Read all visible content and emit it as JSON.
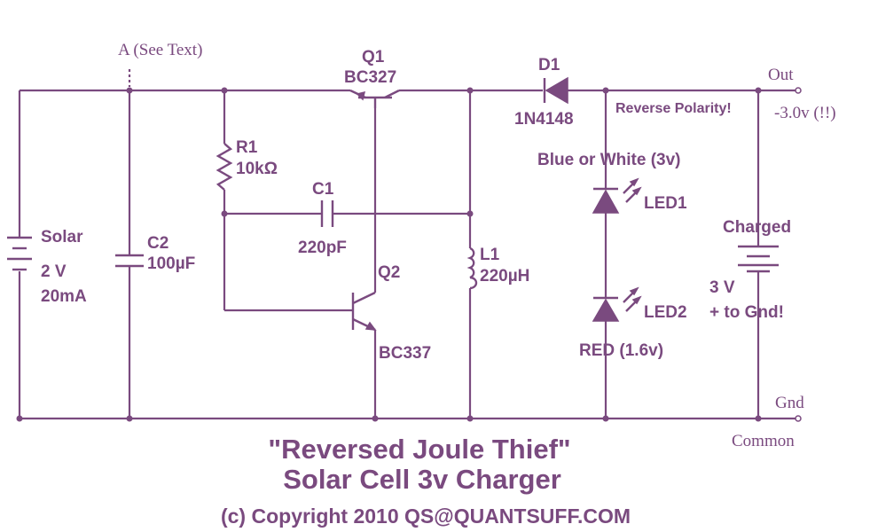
{
  "diagram": {
    "node_a_label": "A (See Text)",
    "out_label": "Out",
    "out_voltage": "-3.0v (!!)",
    "gnd_label": "Gnd",
    "common_label": "Common",
    "reverse_polarity": "Reverse Polarity!",
    "solar": {
      "name": "Solar",
      "voltage": "2 V",
      "current": "20mA"
    },
    "c2": {
      "name": "C2",
      "value": "100µF"
    },
    "r1": {
      "name": "R1",
      "value": "10kΩ"
    },
    "c1": {
      "name": "C1",
      "value": "220pF"
    },
    "q1": {
      "name": "Q1",
      "part": "BC327"
    },
    "q2": {
      "name": "Q2",
      "part": "BC337"
    },
    "l1": {
      "name": "L1",
      "value": "220µH"
    },
    "d1": {
      "name": "D1",
      "part": "1N4148"
    },
    "led1": {
      "name": "LED1",
      "note": "Blue or White (3v)"
    },
    "led2": {
      "name": "LED2",
      "note": "RED (1.6v)"
    },
    "battery": {
      "state": "Charged",
      "voltage": "3 V",
      "polarity_note": "+ to Gnd!"
    }
  },
  "title_line1": "\"Reversed Joule Thief\"",
  "title_line2": "Solar Cell 3v Charger",
  "copyright": "(c) Copyright 2010 QS@QUANTSUFF.COM",
  "colors": {
    "ink": "#7a4a7f",
    "background": "#ffffff"
  }
}
